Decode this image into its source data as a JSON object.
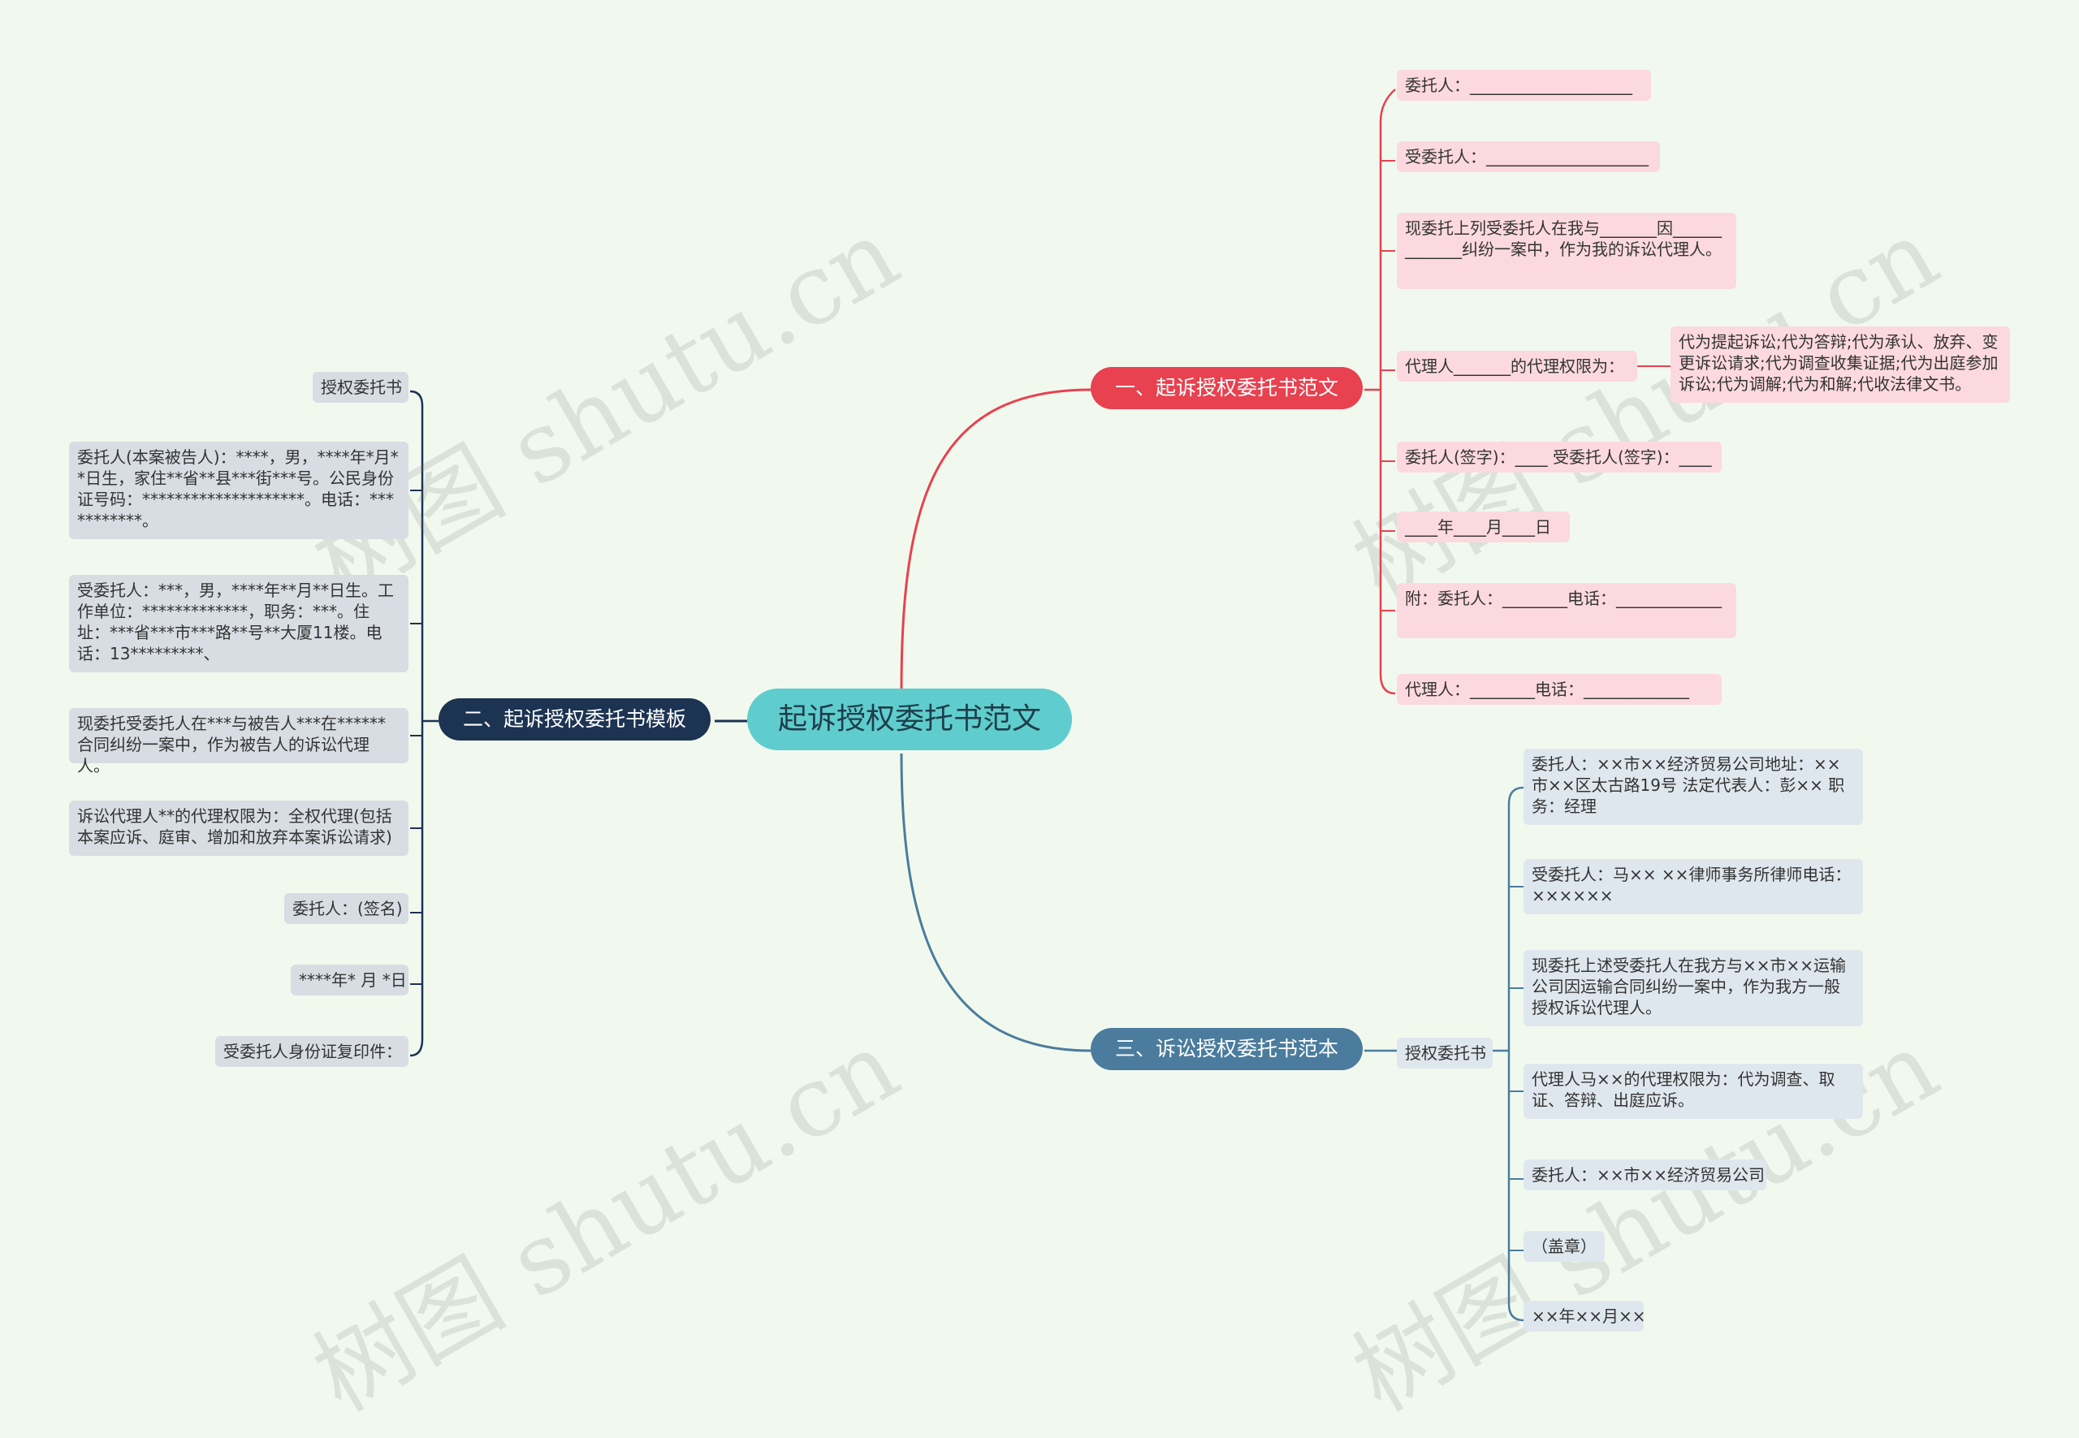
{
  "root": "起诉授权委托书范文",
  "branch1": {
    "label": "一、起诉授权委托书范文",
    "items": [
      "委托人：____________________",
      "受委托人：____________________",
      "现委托上列受委托人在我与_______因_____________纠纷一案中，作为我的诉讼代理人。",
      "代理人_______的代理权限为：",
      "委托人(签字)：____ 受委托人(签字)：____",
      "____年____月____日",
      "附：委托人：________电话：_____________",
      "代理人：________电话：_____________"
    ],
    "sub": "代为提起诉讼;代为答辩;代为承认、放弃、变更诉讼请求;代为调查收集证据;代为出庭参加诉讼;代为调解;代为和解;代收法律文书。"
  },
  "branch2": {
    "label": "二、起诉授权委托书模板",
    "items": [
      "授权委托书",
      "委托人(本案被告人)：****，男，****年*月**日生，家住**省**县***街***号。公民身份证号码：********************。电话：***********。",
      "受委托人：***，男，****年**月**日生。工作单位：*************，职务：***。住址：***省***市***路**号**大厦11楼。电话：13*********、",
      "现委托受委托人在***与被告人***在******合同纠纷一案中，作为被告人的诉讼代理人。",
      "诉讼代理人**的代理权限为：全权代理(包括本案应诉、庭审、增加和放弃本案诉讼请求)",
      "委托人：(签名)",
      "****年* 月 *日",
      "受委托人身份证复印件："
    ]
  },
  "branch3": {
    "label": "三、诉讼授权委托书范本",
    "mid": "授权委托书",
    "items": [
      "委托人：××市××经济贸易公司地址：××市××区太古路19号 法定代表人：彭×× 职务：经理",
      "受委托人：马×× ××律师事务所律师电话：××××××",
      "现委托上述受委托人在我方与××市××运输公司因运输合同纠纷一案中，作为我方一般授权诉讼代理人。",
      "代理人马××的代理权限为：代为调查、取证、答辩、出庭应诉。",
      "委托人：××市××经济贸易公司",
      "（盖章）",
      "××年××月××"
    ]
  },
  "watermark": "树图 shutu.cn",
  "colors": {
    "background": "#f1f9ef",
    "root": "#5fcdcd",
    "branch1": "#e8414f",
    "branch2": "#1c3352",
    "branch3": "#4b7c9d",
    "leaf1": "#fcd9de",
    "leaf2": "#d7dde3",
    "leaf3": "#dfe7ee"
  }
}
